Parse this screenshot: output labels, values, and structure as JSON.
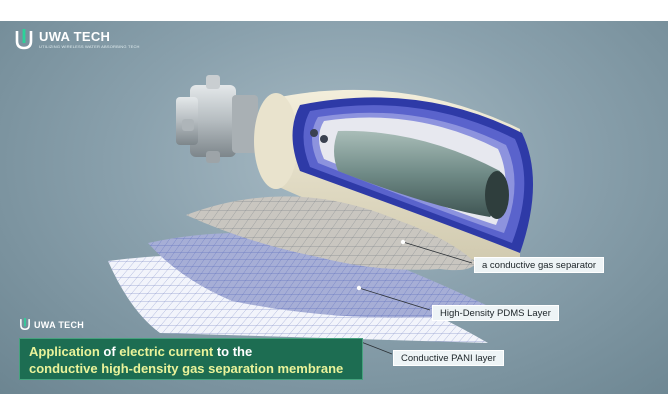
{
  "brand": {
    "name": "UWA TECH",
    "tagline": "UTILIZING WIRELESS WATER ABSORBING TECH",
    "accent_color": "#2bd39a"
  },
  "caption": {
    "line1_part1": "Application",
    "line1_part2": " of ",
    "line1_part3": "electric current",
    "line1_part4": " to the",
    "line2": "conductive high-density gas separation membrane",
    "highlight_color": "#eaf39a",
    "background_color": "#1d6d52"
  },
  "labels": {
    "separator": "a conductive gas separator",
    "pdms": "High-Density PDMS Layer",
    "pani": "Conductive PANI layer"
  }
}
